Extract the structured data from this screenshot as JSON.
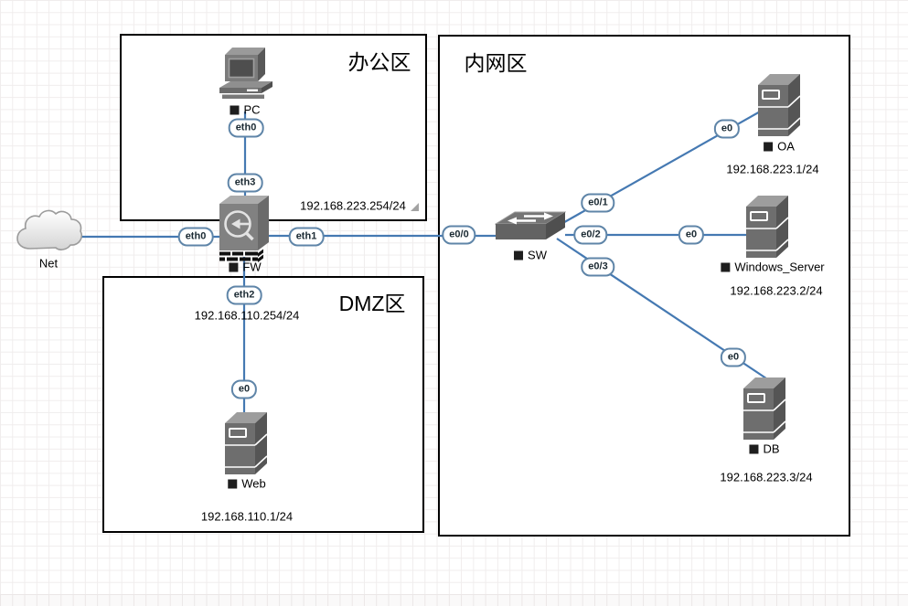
{
  "zones": {
    "office": {
      "label": "办公区"
    },
    "intranet": {
      "label": "内网区"
    },
    "dmz": {
      "label": "DMZ区"
    }
  },
  "nodes": {
    "net": {
      "label": "Net"
    },
    "pc": {
      "label": "PC"
    },
    "fw": {
      "label": "FW"
    },
    "sw": {
      "label": "SW"
    },
    "oa": {
      "label": "OA"
    },
    "windows_server": {
      "label": "Windows_Server"
    },
    "db": {
      "label": "DB"
    },
    "web": {
      "label": "Web"
    }
  },
  "ips": {
    "fw_office": "192.168.223.254/24",
    "fw_dmz": "192.168.110.254/24",
    "web": "192.168.110.1/24",
    "oa": "192.168.223.1/24",
    "windows_server": "192.168.223.2/24",
    "db": "192.168.223.3/24"
  },
  "ports": {
    "fw_eth0": "eth0",
    "fw_eth1": "eth1",
    "fw_eth2": "eth2",
    "fw_eth3": "eth3",
    "pc_eth0": "eth0",
    "sw_e0_0": "e0/0",
    "sw_e0_1": "e0/1",
    "sw_e0_2": "e0/2",
    "sw_e0_3": "e0/3",
    "web_e0": "e0",
    "oa_e0": "e0",
    "windows_server_e0": "e0",
    "db_e0": "e0"
  },
  "colors": {
    "link": "#4579b2",
    "zone_border": "#000000",
    "zone_fill": "#ffffff",
    "pill_border": "#5f85a8",
    "pill_text": "#1b2a33",
    "device_gray": "#6e6e6e",
    "grid_line": "#f0eded",
    "text": "#000000"
  }
}
